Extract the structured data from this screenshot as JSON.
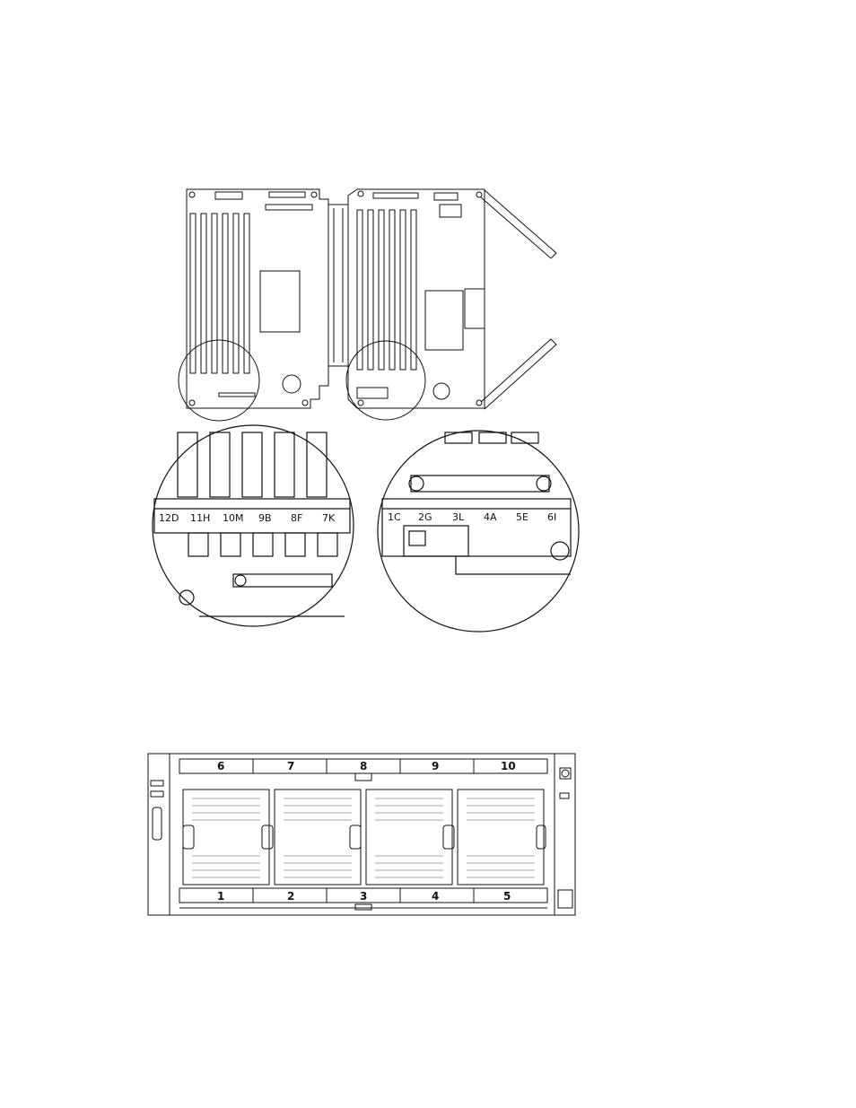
{
  "memory_board": {
    "left_callout_labels": [
      "12D",
      "11H",
      "10M",
      "9B",
      "8F",
      "7K"
    ],
    "right_callout_labels": [
      "1C",
      "2G",
      "3L",
      "4A",
      "5E",
      "6I"
    ]
  },
  "server_front": {
    "top_bay_numbers": [
      "6",
      "7",
      "8",
      "9",
      "10"
    ],
    "bottom_bay_numbers": [
      "1",
      "2",
      "3",
      "4",
      "5"
    ]
  }
}
